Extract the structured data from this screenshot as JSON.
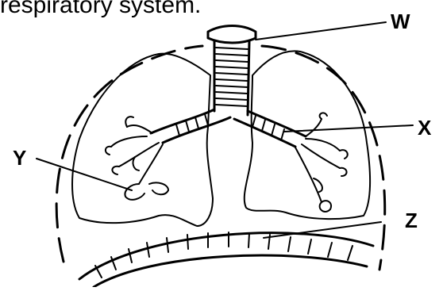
{
  "caption": "respiratory system.",
  "labels": {
    "w": "W",
    "x": "X",
    "y": "Y",
    "z": "Z"
  }
}
